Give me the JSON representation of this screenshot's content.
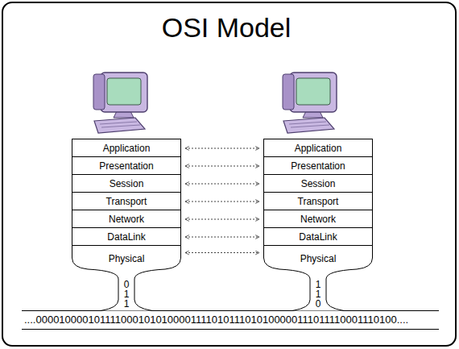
{
  "diagram": {
    "title": "OSI Model",
    "nodes": [
      {
        "text": [
          "Application"
        ]
      },
      {
        "text": [
          "Presentation"
        ]
      },
      {
        "text": [
          "Session"
        ]
      },
      {
        "text": [
          "Transport"
        ]
      },
      {
        "text": [
          "Network"
        ]
      },
      {
        "text": [
          "DataLink"
        ]
      },
      {
        "text": [
          "Physical"
        ]
      },
      {
        "text": [
          "Application"
        ]
      },
      {
        "text": [
          "Presentation"
        ]
      },
      {
        "text": [
          "Session"
        ]
      },
      {
        "text": [
          "Transport"
        ]
      },
      {
        "text": [
          "Network"
        ]
      },
      {
        "text": [
          "DataLink"
        ]
      },
      {
        "text": [
          "Physical"
        ]
      }
    ],
    "edges": [
      {
        "from": 0,
        "to": 7,
        "arrow": "both"
      },
      {
        "from": 1,
        "to": 8,
        "arrow": "both"
      },
      {
        "from": 2,
        "to": 9,
        "arrow": "both"
      },
      {
        "from": 3,
        "to": 10,
        "arrow": "both"
      },
      {
        "from": 4,
        "to": 11,
        "arrow": "both"
      },
      {
        "from": 5,
        "to": 12,
        "arrow": "both"
      },
      {
        "from": 6,
        "to": 13,
        "arrow": "both"
      }
    ],
    "labels": [
      "0",
      "1",
      "1",
      "1",
      "1",
      "0",
      "....0000100001011110001010100001111010111010100000111011110001110100...."
    ]
  }
}
